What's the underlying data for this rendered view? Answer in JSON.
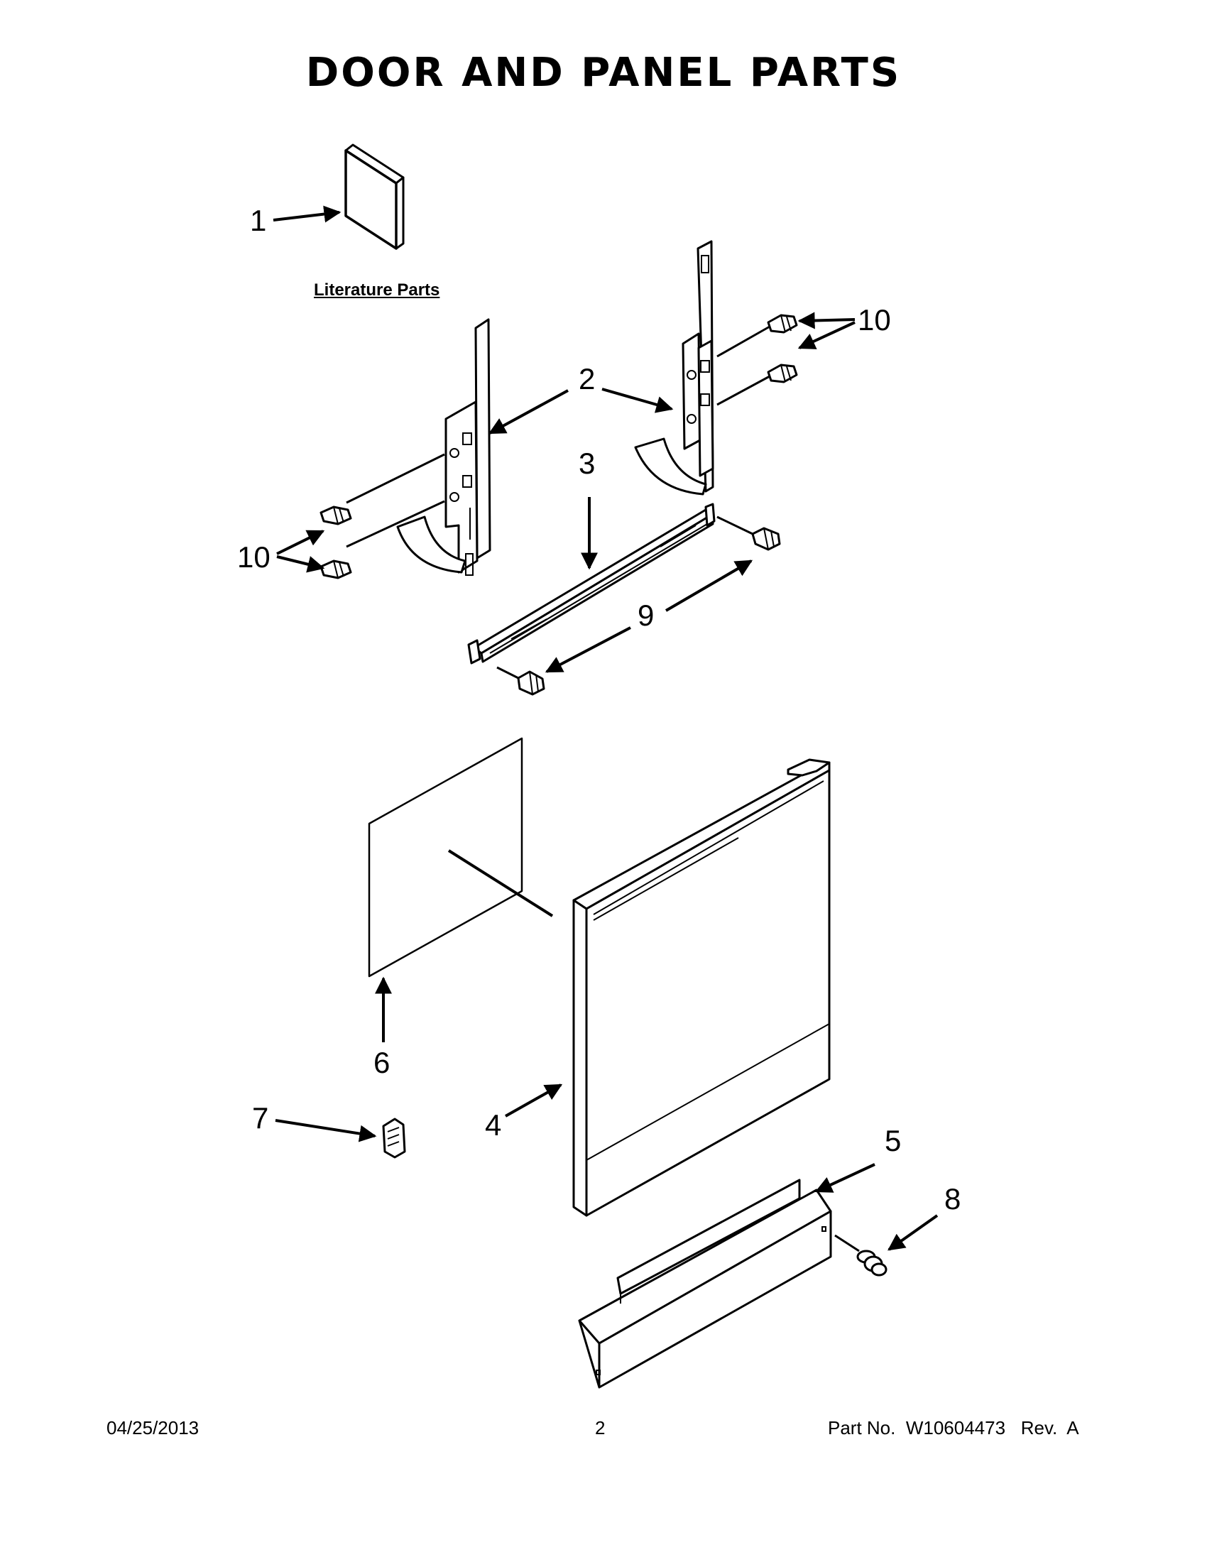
{
  "title": "DOOR AND PANEL PARTS",
  "literature_label": "Literature Parts",
  "callouts": {
    "c1": "1",
    "c2": "2",
    "c3": "3",
    "c4": "4",
    "c5": "5",
    "c6": "6",
    "c7": "7",
    "c8": "8",
    "c9": "9",
    "c10_right": "10",
    "c10_left": "10"
  },
  "footer": {
    "date": "04/25/2013",
    "page": "2",
    "part_number": "Part No.  W10604473   Rev.  A"
  }
}
